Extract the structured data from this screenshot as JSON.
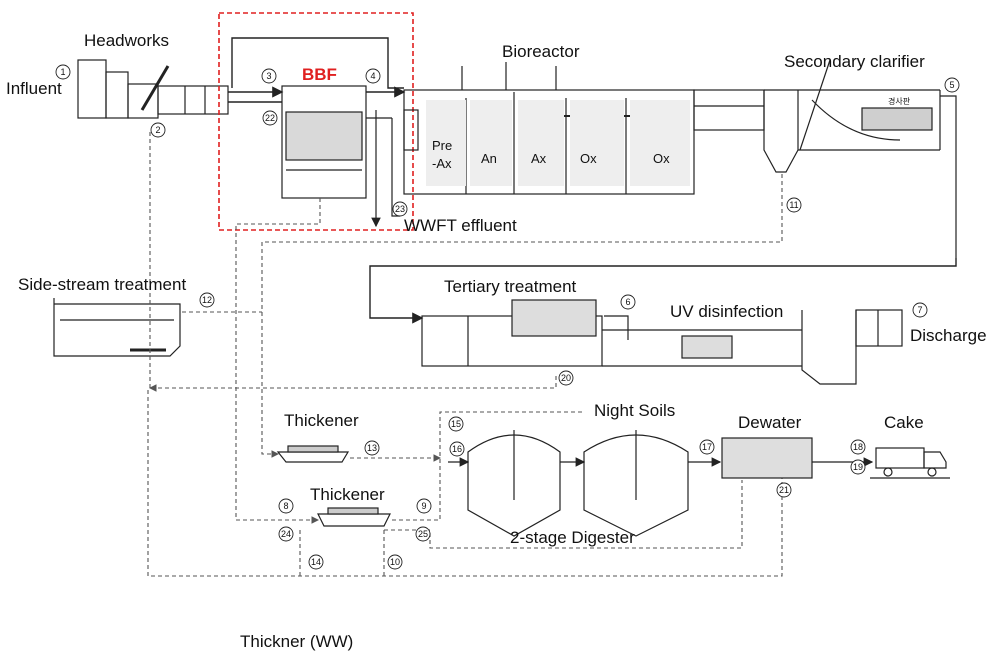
{
  "labels": {
    "headworks": "Headworks",
    "influent": "Influent",
    "bbf": "BBF",
    "bioreactor": "Bioreactor",
    "secondary_clarifier": "Secondary clarifier",
    "pre_ax_1": "Pre",
    "pre_ax_2": "-Ax",
    "an": "An",
    "ax": "Ax",
    "ox1": "Ox",
    "ox2": "Ox",
    "wwft_effluent": "WWFT effluent",
    "side_stream": "Side-stream treatment",
    "tertiary": "Tertiary treatment",
    "uv": "UV disinfection",
    "discharge": "Discharge",
    "thickener1": "Thickener",
    "thickener2": "Thickener",
    "night_soils": "Night Soils",
    "dewater": "Dewater",
    "cake": "Cake",
    "digester": "2-stage Digester",
    "thickner_ww": "Thickner (WW)",
    "clarifier_tag": "경사판"
  },
  "stream_numbers": [
    "1",
    "2",
    "3",
    "4",
    "5",
    "6",
    "7",
    "8",
    "9",
    "10",
    "11",
    "12",
    "13",
    "14",
    "15",
    "16",
    "17",
    "18",
    "19",
    "20",
    "21",
    "22",
    "23",
    "24",
    "25"
  ],
  "colors": {
    "highlight": "#e02020",
    "line": "#222222",
    "dashed": "#555555"
  }
}
